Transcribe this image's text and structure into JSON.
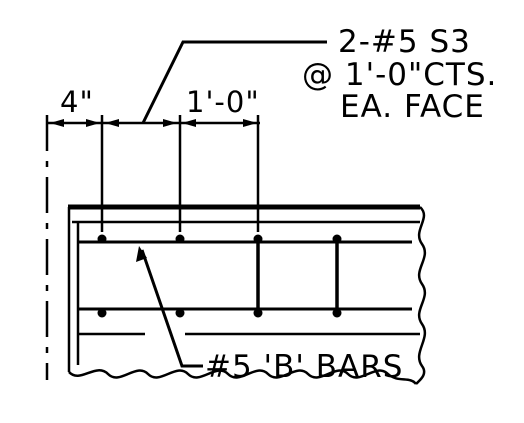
{
  "callout_top": {
    "line1": "2-#5 S3",
    "line2": "@ 1'-0\"CTS.",
    "line3": "EA. FACE"
  },
  "dimensions": {
    "left": "4\"",
    "right": "1'-0\""
  },
  "callout_bottom": {
    "label": "#5 'B' BARS"
  },
  "colors": {
    "ink": "#000000",
    "background": "#ffffff"
  }
}
